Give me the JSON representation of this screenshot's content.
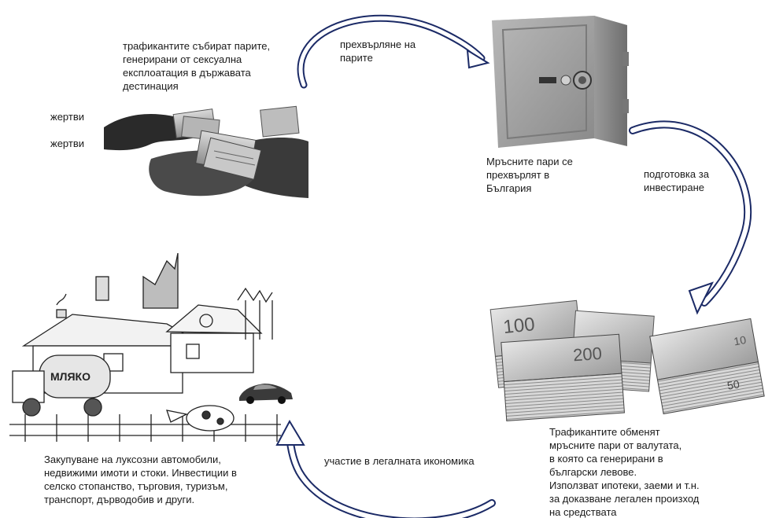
{
  "labels": {
    "traffickers_collect": "трафикантите събират парите,\nгенерирани от сексуална\nексплоатация в държавата\nдестинация",
    "victims_1": "жертви",
    "victims_2": "жертви",
    "transfer_money": "прехвърляне на\nпарите",
    "dirty_money_bulgaria": "Мръсните пари се\nпрехвърлят в\nБългария",
    "prep_investment": "подготовка за\nинвестиране",
    "exchange_text": "Трафикантите обменят\nмръсните пари от валутата,\nв която са генерирани в\nбългарски левове.\nИзползват ипотеки, заеми и т.н.\nза доказване легален произход\nна средствата",
    "legal_economy": "участие в легалната икономика",
    "luxury_text": "Закупуване на луксозни автомобили,\nнедвижими имоти и стоки. Инвестиции в\nселско стопанство, търговия, туризъм,\nтранспорт, дърводобив и други.",
    "milk_truck_sign": "МЛЯКО",
    "banknote_100": "100",
    "banknote_200": "200",
    "banknote_50": "50",
    "banknote_10": "10"
  },
  "icons": {
    "cash_exchange": "hands-exchanging-cash-image",
    "safe": "safe-icon",
    "banknotes": "banknote-stacks-image",
    "village": "village-sketch-image",
    "sports_car": "sports-car-icon"
  },
  "colors": {
    "arrow_stroke": "#1b2a66",
    "arrow_fill": "#ffffff",
    "text": "#1a1a1a"
  }
}
